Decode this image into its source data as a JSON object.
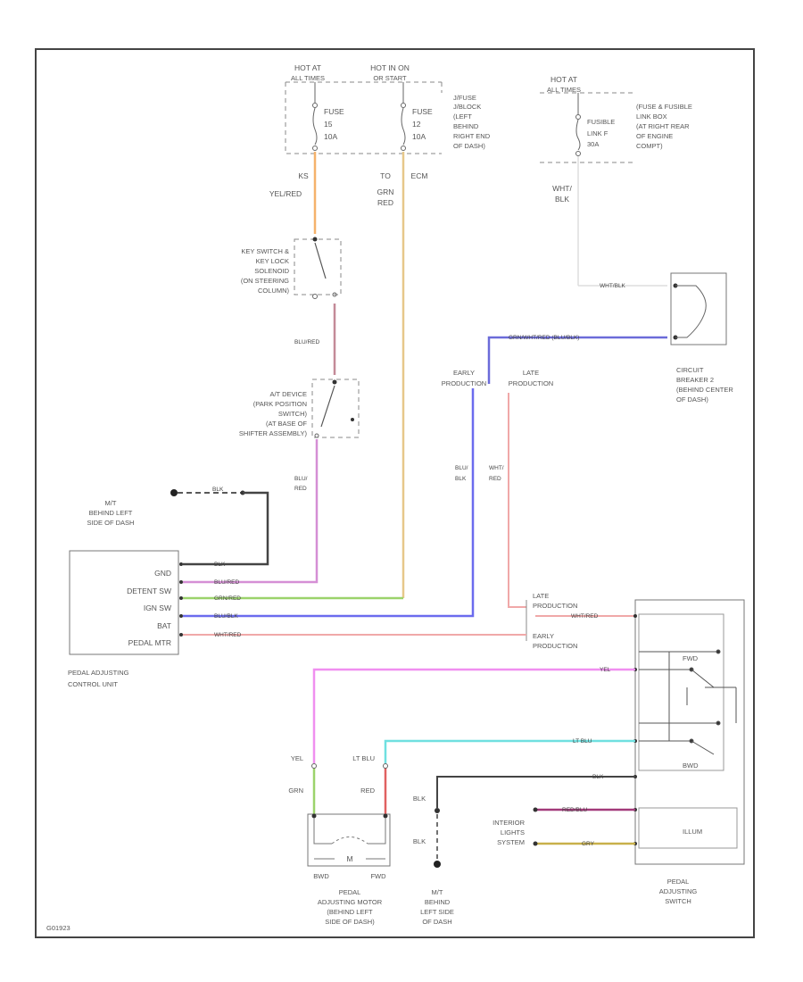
{
  "power": {
    "fuse15": {
      "hot": [
        "HOT AT",
        "ALL TIMES"
      ],
      "fuse": [
        "FUSE",
        "15",
        "10A"
      ],
      "to": "KS",
      "wire": "YEL/RED"
    },
    "fuse12": {
      "hot": [
        "HOT IN ON",
        "OR START"
      ],
      "fuse": [
        "FUSE",
        "12",
        "10A"
      ],
      "to": "TO",
      "to2": "ECM",
      "wire": [
        "GRN",
        "RED"
      ]
    },
    "fuse_block": [
      "J/FUSE",
      "J/BLOCK",
      "(LEFT",
      "BEHIND",
      "RIGHT END",
      "OF DASH)"
    ],
    "fusible": {
      "hot": [
        "HOT AT",
        "ALL TIMES"
      ],
      "link": [
        "FUSIBLE",
        "LINK F",
        "30A"
      ],
      "block": [
        "(FUSE & FUSIBLE",
        "LINK BOX",
        "(AT RIGHT REAR",
        "OF ENGINE",
        "COMPT)"
      ],
      "wire": [
        "WHT/",
        "BLK"
      ]
    }
  },
  "key_switch": [
    "KEY SWITCH &",
    "KEY LOCK",
    "SOLENOID",
    "(ON STEERING",
    "COLUMN)"
  ],
  "key_wire": "BLU/RED",
  "at_device": [
    "A/T DEVICE",
    "(PARK POSITION",
    "SWITCH)",
    "(AT BASE OF",
    "SHIFTER ASSEMBLY)"
  ],
  "at_wire": [
    "BLU/",
    "RED"
  ],
  "circuit_breaker": {
    "label": [
      "CIRCUIT",
      "BREAKER 2",
      "(BEHIND CENTER",
      "OF DASH)"
    ],
    "wire_in": "WHT/BLK",
    "wire_out": "GRN/WHT/RED (BLU/BLK)"
  },
  "production": {
    "early": [
      "EARLY",
      "PRODUCTION"
    ],
    "late": [
      "LATE",
      "PRODUCTION"
    ]
  },
  "prod_wires": {
    "early": [
      "BLU/",
      "BLK"
    ],
    "late": [
      "WHT/",
      "RED"
    ]
  },
  "ground_top": {
    "wire": "BLK",
    "label": [
      "M/T",
      "BEHIND LEFT",
      "SIDE OF DASH"
    ]
  },
  "control_unit": {
    "pins": [
      "GND",
      "DETENT SW",
      "IGN SW",
      "BAT",
      "PEDAL MTR"
    ],
    "wires": [
      "BLK",
      "BLU/RED",
      "GRN/RED",
      "BLU/BLK",
      "WHT/RED"
    ],
    "label": [
      "PEDAL ADJUSTING",
      "CONTROL UNIT"
    ]
  },
  "late_prod2": [
    "LATE",
    "PRODUCTION"
  ],
  "early_prod2": [
    "EARLY",
    "PRODUCTION"
  ],
  "late_wire2": "WHT/RED",
  "pedal_switch": {
    "wires": [
      "YEL",
      "LT BLU",
      "BLK",
      "RED/BLU",
      "GRY"
    ],
    "fwd": "FWD",
    "bwd": "BWD",
    "illum": "ILLUM",
    "label": [
      "PEDAL",
      "ADJUSTING",
      "SWITCH"
    ]
  },
  "motor": {
    "left_wire": [
      "YEL",
      "GRN"
    ],
    "right_wire": [
      "LT BLU",
      "RED"
    ],
    "bwd": "BWD",
    "fwd": "FWD",
    "m": "M",
    "label": [
      "PEDAL",
      "ADJUSTING MOTOR",
      "(BEHIND LEFT",
      "SIDE OF DASH)"
    ]
  },
  "ground_bottom": {
    "wire1": "BLK",
    "wire2": "BLK",
    "label": [
      "M/T",
      "BEHIND",
      "LEFT SIDE",
      "OF DASH"
    ]
  },
  "interior_lights": [
    "INTERIOR",
    "LIGHTS",
    "SYSTEM"
  ],
  "figure_id": "G01923"
}
